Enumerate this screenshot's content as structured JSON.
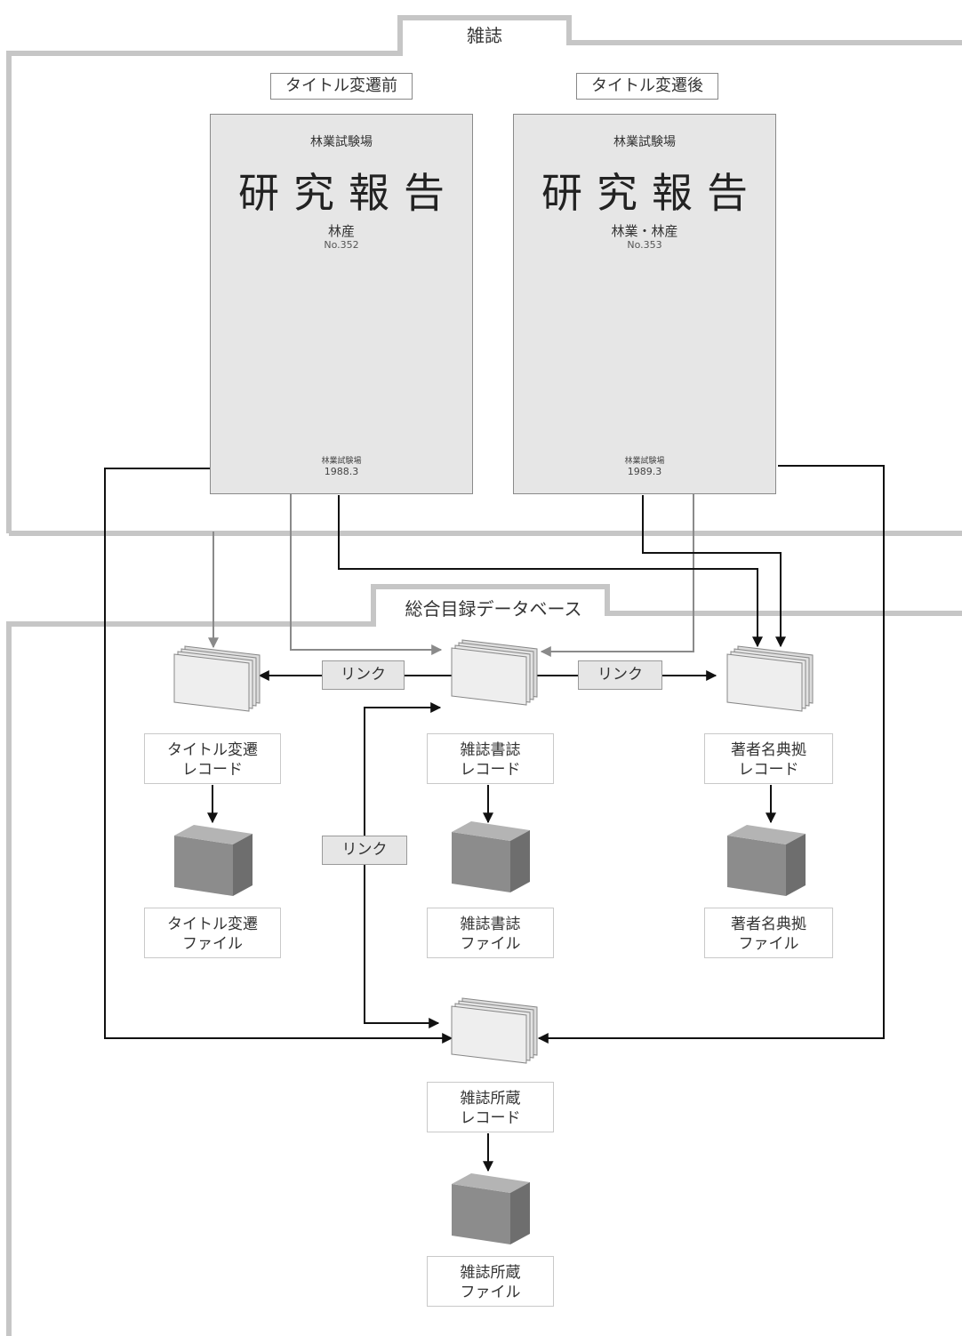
{
  "sections": {
    "journal_label": "雑誌",
    "database_label": "総合目録データベース"
  },
  "covers": {
    "before": {
      "tag": "タイトル変遷前",
      "org": "林業試験場",
      "title": "研究報告",
      "sub": "林産",
      "no": "No.352",
      "publisher": "林業試験場",
      "date": "1988.3"
    },
    "after": {
      "tag": "タイトル変遷後",
      "org": "林業試験場",
      "title": "研究報告",
      "sub": "林業・林産",
      "no": "No.353",
      "publisher": "林業試験場",
      "date": "1989.3"
    }
  },
  "links": {
    "left": "リンク",
    "right": "リンク",
    "vertical": "リンク"
  },
  "records": {
    "title_change": {
      "line1": "タイトル変遷",
      "line2": "レコード"
    },
    "bib": {
      "line1": "雑誌書誌",
      "line2": "レコード"
    },
    "author": {
      "line1": "著者名典拠",
      "line2": "レコード"
    },
    "holding": {
      "line1": "雑誌所蔵",
      "line2": "レコード"
    }
  },
  "files": {
    "title_change": {
      "line1": "タイトル変遷",
      "line2": "ファイル"
    },
    "bib": {
      "line1": "雑誌書誌",
      "line2": "ファイル"
    },
    "author": {
      "line1": "著者名典拠",
      "line2": "ファイル"
    },
    "holding": {
      "line1": "雑誌所蔵",
      "line2": "ファイル"
    }
  }
}
